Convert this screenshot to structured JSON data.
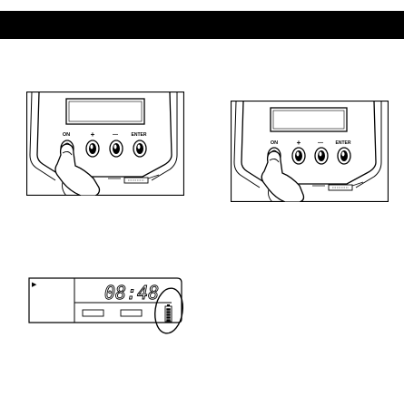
{
  "device_panel": {
    "buttons": {
      "on": "ON",
      "plus": "+",
      "minus": "—",
      "enter": "ENTER"
    }
  },
  "lcd_display": {
    "time": "08:48",
    "play_indicator": "▶",
    "battery_level": 1.0
  }
}
